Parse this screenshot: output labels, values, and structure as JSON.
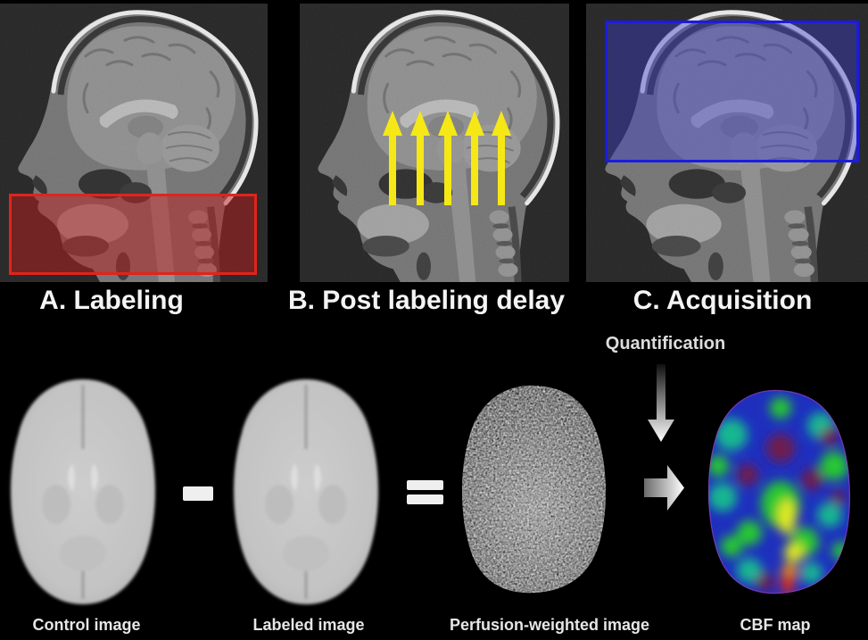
{
  "figure": {
    "type": "ASL MRI methodology diagram",
    "colors": {
      "background": "#000000",
      "panel_background": "#161616",
      "labeling_red_border": "#e0241c",
      "labeling_red_fill": "rgba(193,27,27,0.48)",
      "flow_arrow_yellow": "#f5e816",
      "acquisition_blue_border": "#1b1bdf",
      "acquisition_blue_fill": "rgba(60,60,205,0.42)",
      "label_text": "#f4f4f4"
    },
    "top_row": {
      "panels": [
        {
          "label": "A. Labeling",
          "overlay": "labeling-slab-icon"
        },
        {
          "label": "B. Post labeling delay",
          "overlay": "flow-arrows-icon",
          "arrow_count": 5
        },
        {
          "label": "C. Acquisition",
          "overlay": "acquisition-box-icon"
        }
      ]
    },
    "bottom_row": {
      "quantification_label": "Quantification",
      "captions": {
        "control": "Control image",
        "labeled": "Labeled image",
        "perfusion": "Perfusion-weighted image",
        "cbf": "CBF map"
      },
      "operators": {
        "minus": "minus-icon",
        "equals": "equals-icon",
        "to_map": "arrow-right-icon",
        "quantify": "arrow-down-icon"
      }
    }
  }
}
